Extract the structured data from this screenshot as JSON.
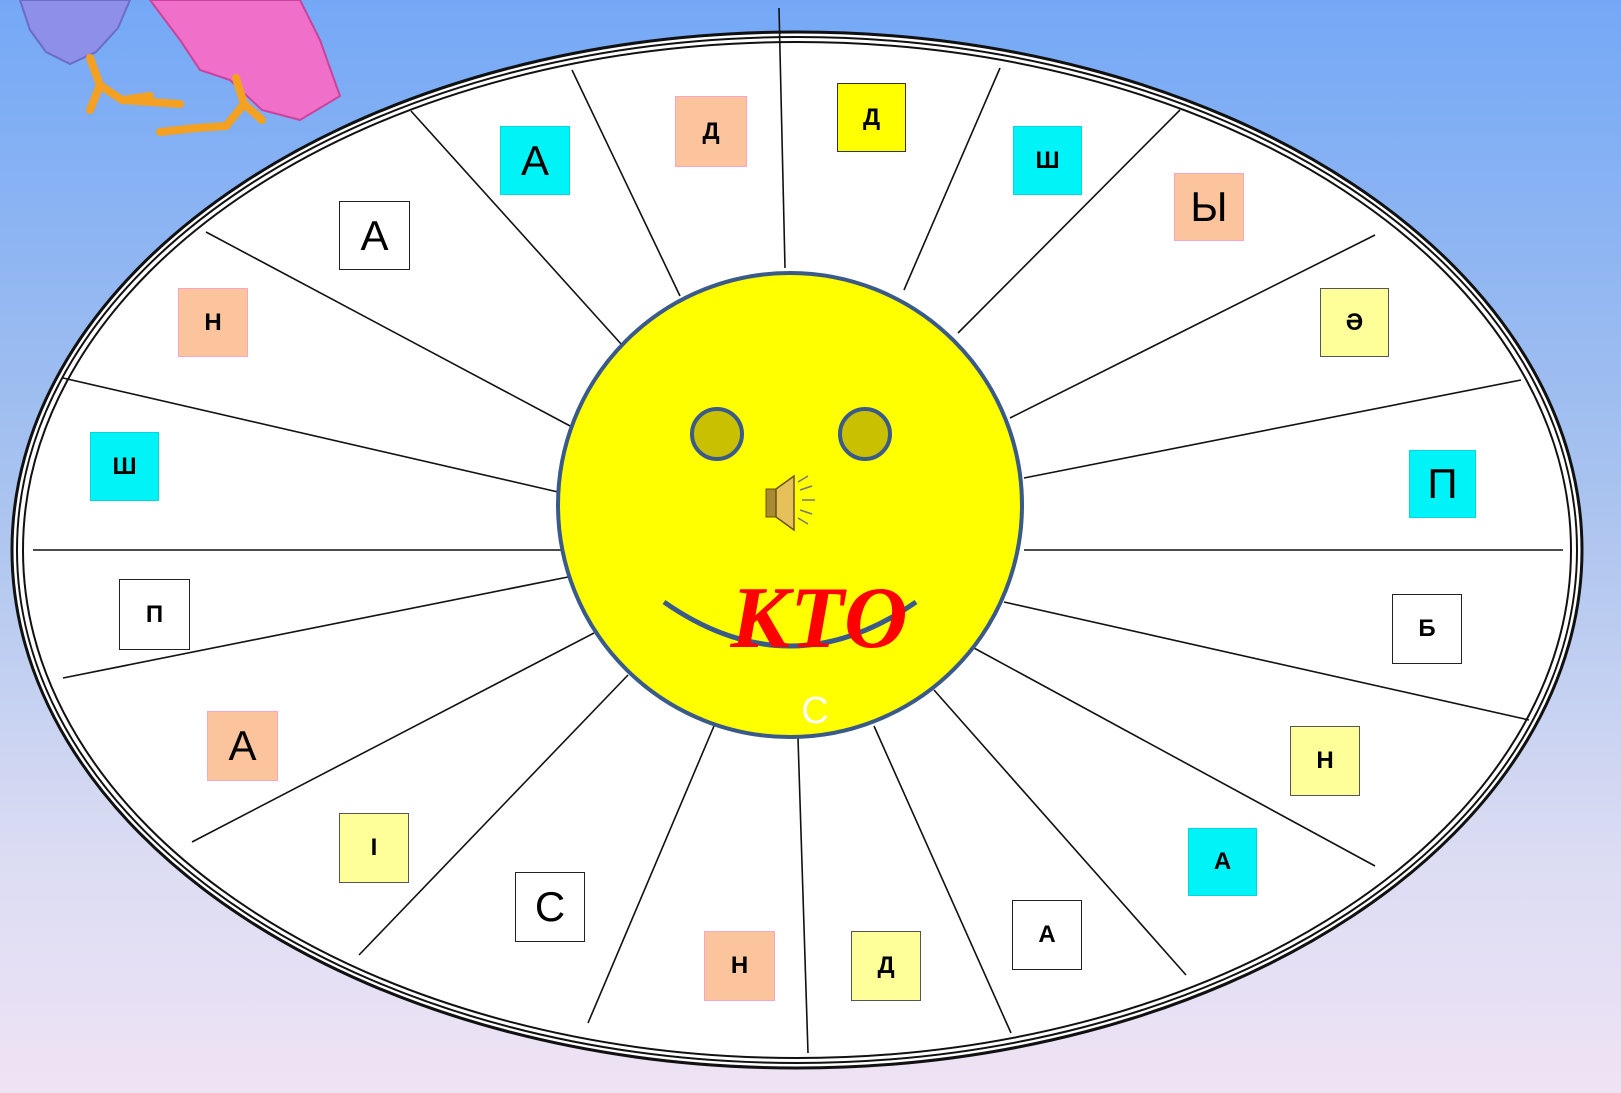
{
  "wheel": {
    "center_word": "КТО",
    "center_letter": "С",
    "sound_icon": "speaker-sound-icon",
    "colors": {
      "face": "#ffff00",
      "face_outline": "#3a5a8a",
      "eyes": "#c8c000",
      "word": "#ff0000",
      "sectors": "#ffffff"
    },
    "tiles": [
      {
        "letter": "Д",
        "color": "yellow"
      },
      {
        "letter": "Ш",
        "color": "cyan"
      },
      {
        "letter": "Ы",
        "color": "peach"
      },
      {
        "letter": "Ә",
        "color": "pale-yellow"
      },
      {
        "letter": "П",
        "color": "cyan"
      },
      {
        "letter": "Б",
        "color": "white"
      },
      {
        "letter": "Н",
        "color": "pale-yellow"
      },
      {
        "letter": "А",
        "color": "cyan"
      },
      {
        "letter": "А",
        "color": "white"
      },
      {
        "letter": "Д",
        "color": "pale-yellow"
      },
      {
        "letter": "Н",
        "color": "peach"
      },
      {
        "letter": "С",
        "color": "white"
      },
      {
        "letter": "І",
        "color": "pale-yellow"
      },
      {
        "letter": "А",
        "color": "peach"
      },
      {
        "letter": "П",
        "color": "white"
      },
      {
        "letter": "Ш",
        "color": "cyan"
      },
      {
        "letter": "Н",
        "color": "peach"
      },
      {
        "letter": "А",
        "color": "white"
      },
      {
        "letter": "А",
        "color": "cyan"
      },
      {
        "letter": "Д",
        "color": "peach"
      }
    ]
  }
}
